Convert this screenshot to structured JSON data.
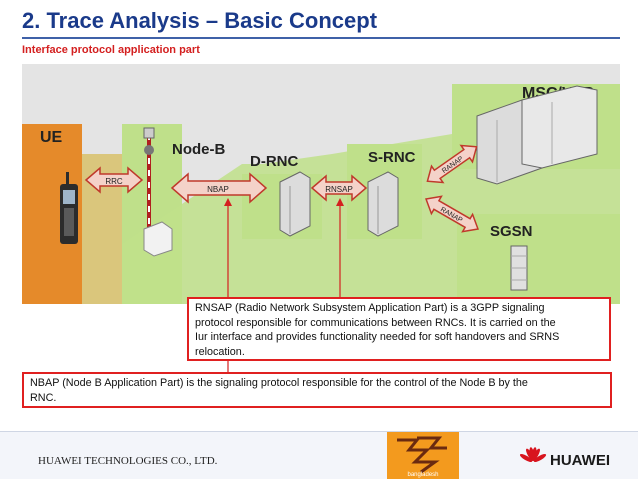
{
  "slide": {
    "title": "2. Trace Analysis – Basic Concept",
    "subtitle": "Interface protocol application part"
  },
  "diagram": {
    "nodes": {
      "ue": "UE",
      "node_b": "Node-B",
      "d_rnc": "D-RNC",
      "s_rnc": "S-RNC",
      "msc_vlr": "MSC/VLR",
      "sgsn": "SGSN"
    },
    "interfaces": {
      "rrc": "RRC",
      "nbap": "NBAP",
      "rnsap": "RNSAP",
      "ranap_top": "RANAP",
      "ranap_bottom": "RANAP"
    }
  },
  "callouts": {
    "rnsap": [
      "RNSAP (Radio Network Subsystem Application Part) is a 3GPP signaling",
      "protocol responsible for communications between RNCs. It is carried on the",
      "Iur interface and provides functionality needed for soft handovers and SRNS",
      "relocation."
    ],
    "nbap": [
      "NBAP (Node B Application Part) is the signaling protocol responsible for the control of the Node B by the",
      "RNC."
    ]
  },
  "footer": {
    "company": "HUAWEI TECHNOLOGIES CO., LTD.",
    "partner_logo_text": "bangladesh",
    "brand_logo_text": "HUAWEI"
  },
  "colors": {
    "title": "#1a3a8a",
    "subtitle": "#d42020",
    "callout_border": "#e02020",
    "ue_panel": "#e58a2a",
    "green_panel": "#bfe08a",
    "arrow_fill": "#f4d2c9",
    "arrow_stroke": "#c0392b"
  }
}
